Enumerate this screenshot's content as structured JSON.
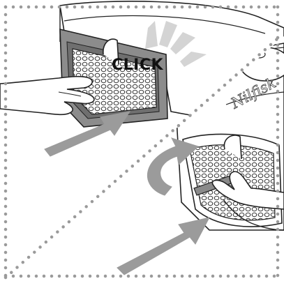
{
  "illustration": {
    "click_text": "CLICK",
    "brand_text": "Nilfisk"
  },
  "colors": {
    "outline": "#222222",
    "dotted_border": "#9a9a9a",
    "filter_frame": "#8c8c8c",
    "filter_dark": "#555555",
    "arrow": "#9b9b9b",
    "handle": "#8a8a8a",
    "paper": "#ffffff"
  },
  "icons": [
    "dotted-frame",
    "insert-arrow-icon",
    "rotate-arrow-icon",
    "click-burst-icon"
  ]
}
